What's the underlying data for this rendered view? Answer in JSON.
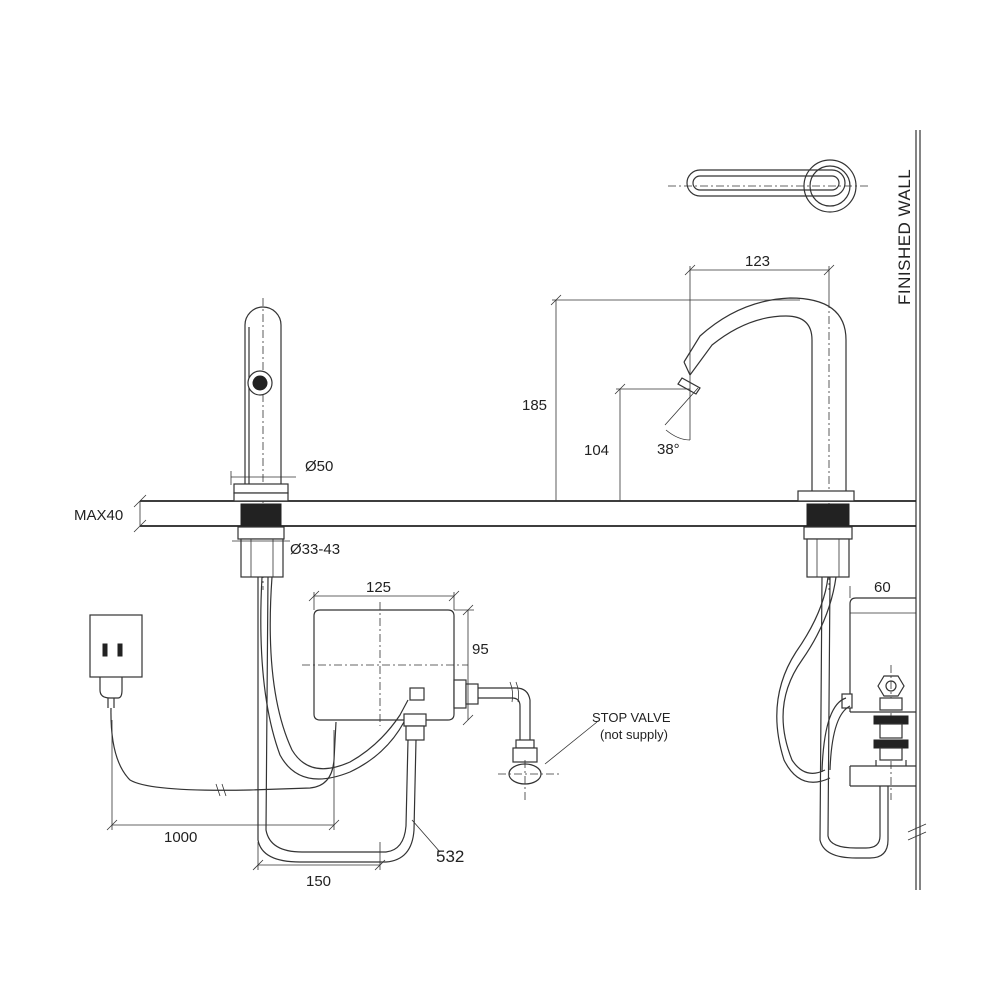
{
  "labels": {
    "finished_wall": "FINISHED WALL",
    "stop_valve": "STOP VALVE",
    "not_supply": "(not supply)"
  },
  "dimensions": {
    "spout_reach": "123",
    "height_total": "185",
    "height_outlet": "104",
    "angle": "38°",
    "base_diameter": "Ø50",
    "hole_diameter": "Ø33-43",
    "max_counter": "MAX40",
    "box_width": "125",
    "box_height": "95",
    "box_depth": "60",
    "cable_length": "1000",
    "hose_offset": "150",
    "part_number": "532"
  }
}
